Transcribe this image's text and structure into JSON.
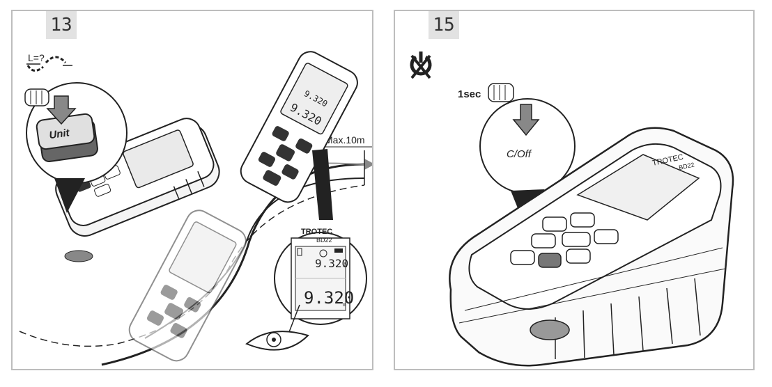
{
  "panels": [
    {
      "number": "13",
      "length_prompt": "L=?",
      "button_label": "Unit",
      "distance_label": "Max.10m",
      "brand": "TROTEC",
      "model": "BD22",
      "reading_upper": "9.320",
      "reading_lower": "9.320",
      "unit": "m"
    },
    {
      "number": "15",
      "duration": "1sec",
      "button_label": "C/Off",
      "brand": "TROTEC",
      "model": "BD22"
    }
  ]
}
